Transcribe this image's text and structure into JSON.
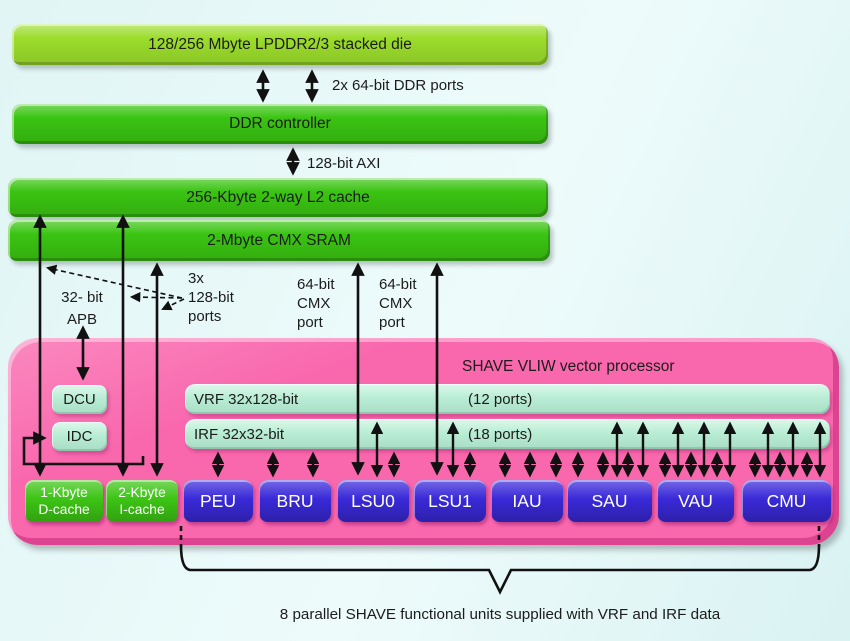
{
  "colors": {
    "background": "#e0f5f4",
    "bar_lpddr": "#9bdc2b",
    "bar_green": "#3ac412",
    "shave_pink": "#f967ad",
    "mint": "#b5edd3",
    "unit_blue": "#3929d8",
    "cache_green": "#3cc414",
    "arrow": "#111111"
  },
  "memory": {
    "lpddr": "128/256 Mbyte LPDDR2/3 stacked die",
    "ddr_controller": "DDR controller",
    "l2_cache": "256-Kbyte 2-way L2 cache",
    "cmx_sram": "2-Mbyte CMX SRAM"
  },
  "bus_labels": {
    "ddr_ports": "2x 64-bit DDR ports",
    "axi": "128-bit AXI",
    "apb_l1": "32- bit",
    "apb_l2": "APB",
    "ports3x_l1": "3x",
    "ports3x_l2": "128-bit",
    "ports3x_l3": "ports",
    "cmx_l1": "64-bit",
    "cmx_l2": "CMX",
    "cmx_l3": "port"
  },
  "shave": {
    "title": "SHAVE VLIW vector processor",
    "dcu": "DCU",
    "idc": "IDC",
    "vrf_label": "VRF 32x128-bit",
    "vrf_ports": "(12 ports)",
    "irf_label": "IRF 32x32-bit",
    "irf_ports": "(18 ports)",
    "dcache_l1": "1-Kbyte",
    "dcache_l2": "D-cache",
    "icache_l1": "2-Kbyte",
    "icache_l2": "I-cache",
    "units": [
      "PEU",
      "BRU",
      "LSU0",
      "LSU1",
      "IAU",
      "SAU",
      "VAU",
      "CMU"
    ]
  },
  "caption": "8 parallel SHAVE functional units supplied with VRF and IRF data"
}
